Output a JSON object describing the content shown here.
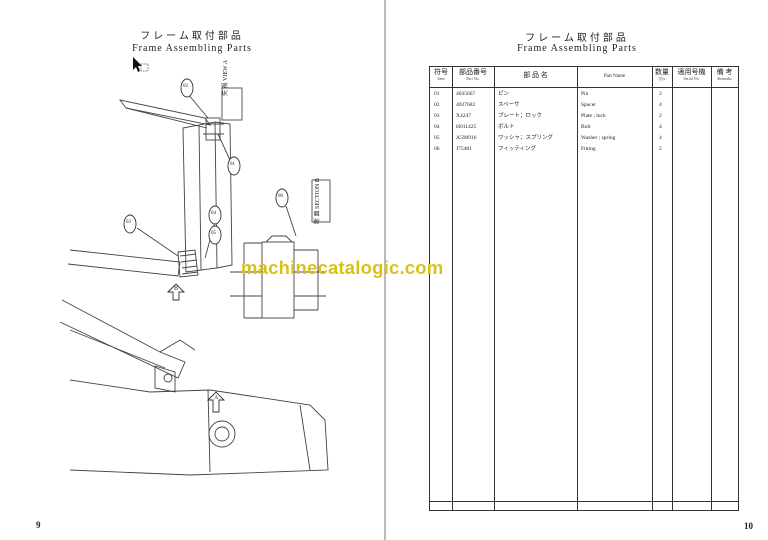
{
  "left_page": {
    "title_jp": "フレーム取付部品",
    "title_en": "Frame Assembling Parts",
    "page_number": "9",
    "drawing": {
      "view_a": "矢 視 VIEW A",
      "section_b": "断 面 SECTION B",
      "callouts": [
        "02",
        "01",
        "03",
        "04",
        "05",
        "06"
      ],
      "arrow_labels": [
        "B",
        "A"
      ]
    }
  },
  "right_page": {
    "title_jp": "フレーム取付部品",
    "title_en": "Frame Assembling Parts",
    "page_number": "10",
    "table": {
      "headers": {
        "item": {
          "jp": "符号",
          "en": "Item"
        },
        "part_no": {
          "jp": "部品番号",
          "en": "Part No."
        },
        "part_name_jp": {
          "jp": "部 品 名"
        },
        "part_name_en": {
          "jp": "Part Name"
        },
        "qty": {
          "jp": "数量",
          "en": "Q'ty"
        },
        "serial": {
          "jp": "適用号機",
          "en": "Serial No."
        },
        "remarks": {
          "jp": "備 考",
          "en": "Remarks"
        }
      },
      "rows": [
        {
          "item": "01",
          "part_no": "4035667",
          "name_jp": "ピン",
          "name_en": "Pin",
          "qty": "2"
        },
        {
          "item": "02",
          "part_no": "4027682",
          "name_jp": "スペーサ",
          "name_en": "Spacer",
          "qty": "4"
        },
        {
          "item": "03",
          "part_no": "X4247",
          "name_jp": "プレート；ロック",
          "name_en": "Plate ; lock",
          "qty": "2"
        },
        {
          "item": "04",
          "part_no": "H011425",
          "name_jp": "ボルト",
          "name_en": "Bolt",
          "qty": "4"
        },
        {
          "item": "05",
          "part_no": "A590916",
          "name_jp": "ワッシャ；スプリング",
          "name_en": "Washer ; spring",
          "qty": "4"
        },
        {
          "item": "06",
          "part_no": "J75481",
          "name_jp": "フィッティング",
          "name_en": "Fitting",
          "qty": "2"
        }
      ]
    }
  },
  "watermark": "machinecatalogic.com",
  "colors": {
    "watermark": "#d8c21a",
    "ink": "#222222"
  }
}
